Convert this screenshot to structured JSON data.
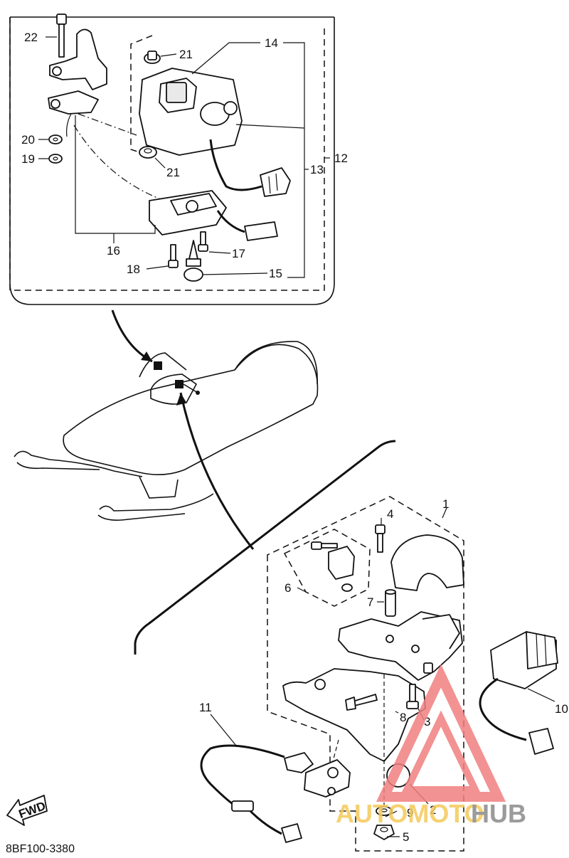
{
  "diagram": {
    "code": "8BF100-3380",
    "fwd_label": "FWD",
    "watermark": {
      "part1": "AUTOMOTO",
      "part2": "HUB"
    },
    "callouts": {
      "c1": "1",
      "c2": "2",
      "c3": "3",
      "c4": "4",
      "c5": "5",
      "c6": "6",
      "c7": "7",
      "c8": "8",
      "c9": "9",
      "c10": "10",
      "c11": "11",
      "c12": "12",
      "c13": "13",
      "c14": "14",
      "c15": "15",
      "c16": "16",
      "c17": "17",
      "c18": "18",
      "c19": "19",
      "c20": "20",
      "c21a": "21",
      "c21b": "21",
      "c22": "22"
    }
  }
}
